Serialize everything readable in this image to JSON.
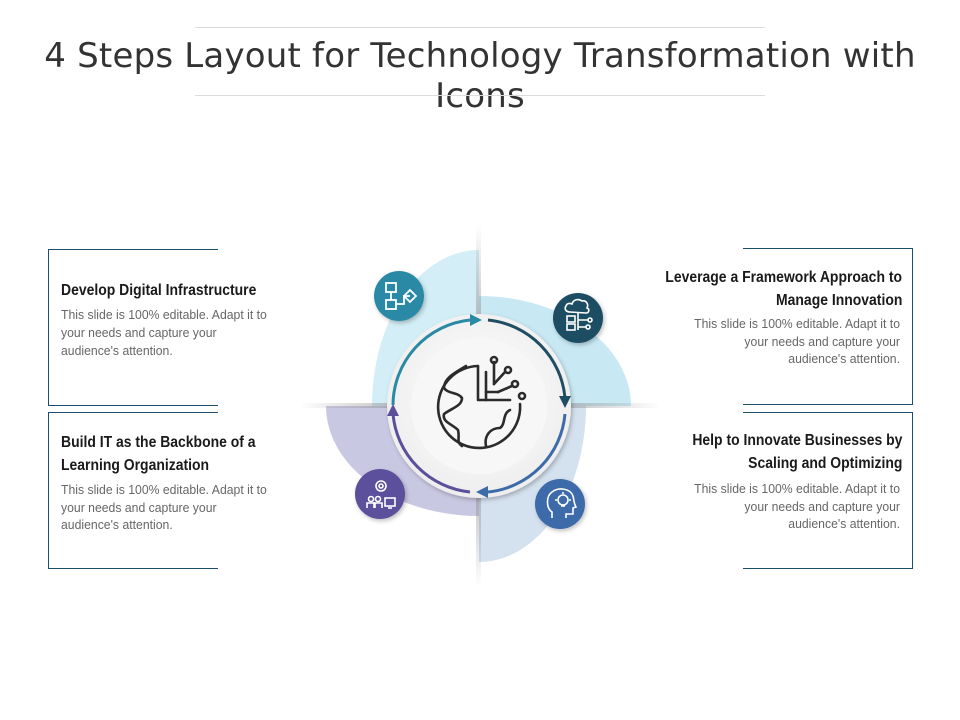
{
  "title": "4 Steps Layout for Technology Transformation with Icons",
  "steps": [
    {
      "heading_line1": "Develop Digital Infrastructure",
      "heading_line2": "",
      "body_line1": "This slide is 100% editable. Adapt it to",
      "body_line2": "your needs and capture your",
      "body_line3": "audience's attention.",
      "icon": "flowchart-icon",
      "color": "#2a8aa6"
    },
    {
      "heading_line1": "Leverage a Framework Approach to",
      "heading_line2": "Manage Innovation",
      "body_line1": "This slide is 100% editable. Adapt it to",
      "body_line2": "your needs and capture your",
      "body_line3": "audience's attention.",
      "icon": "cloud-network-icon",
      "color": "#1f4e62"
    },
    {
      "heading_line1": "Build IT as the Backbone of a",
      "heading_line2": "Learning Organization",
      "body_line1": "This slide is 100% editable. Adapt it to",
      "body_line2": "your needs and capture your",
      "body_line3": "audience's attention.",
      "icon": "team-learning-icon",
      "color": "#5b4f9c"
    },
    {
      "heading_line1": "Help to Innovate Businesses by",
      "heading_line2": "Scaling and Optimizing",
      "body_line1": "This slide is 100% editable. Adapt it to",
      "body_line2": "your needs and capture your",
      "body_line3": "audience's attention.",
      "icon": "innovation-head-icon",
      "color": "#3d6aa8"
    }
  ],
  "center_icon": "digital-globe-icon",
  "colors": {
    "quadrant_top_left": "#d3eef6",
    "quadrant_top_right": "#c8e9f4",
    "quadrant_bottom_left": "#c9c8e2",
    "quadrant_bottom_right": "#d4e1ef",
    "card_border": "#1e4e6e"
  }
}
